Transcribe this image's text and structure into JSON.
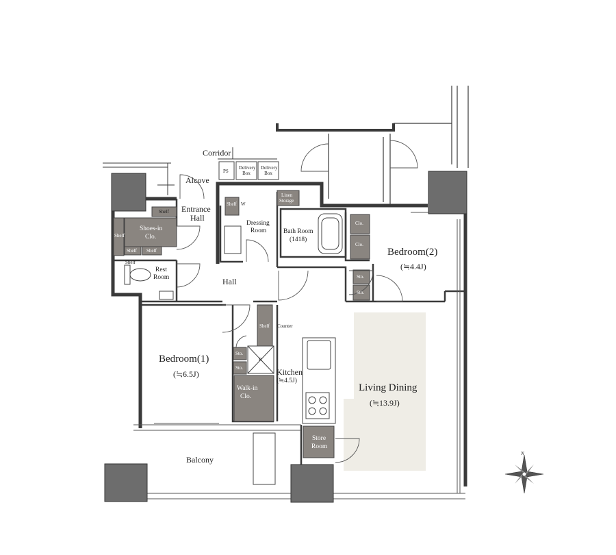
{
  "labels": {
    "corridor": "Corridor",
    "alcove": "Alcove",
    "ps": "PS",
    "delivery_box_1": "Delivery Box",
    "delivery_box_2": "Delivery Box",
    "entrance_hall_1": "Entrance",
    "entrance_hall_2": "Hall",
    "shelf_top": "Shelf",
    "shoes_in_clo_1": "Shoes-in",
    "shoes_in_clo_2": "Clo.",
    "shelf_left": "Shelf",
    "shelf_bottom_1": "Shelf",
    "shelf_bottom_2": "Shelf",
    "shelf_rest": "Shelf",
    "rest_room_1": "Rest",
    "rest_room_2": "Room",
    "shelf_dressing": "Shelf",
    "w": "W",
    "linen_storage_1": "Linen",
    "linen_storage_2": "Storage",
    "dressing_room_1": "Dressing",
    "dressing_room_2": "Room",
    "bath_room_1": "Bath Room",
    "bath_room_2": "(1418)",
    "clo_1": "Clo.",
    "clo_2": "Clo.",
    "bedroom2_1": "Bedroom(2)",
    "bedroom2_2": "(≒4.4J)",
    "sto_1": "Sto.",
    "sto_2": "Sto.",
    "hall": "Hall",
    "bedroom1_1": "Bedroom(1)",
    "bedroom1_2": "(≒6.5J)",
    "shelf_kitchen": "Shelf",
    "counter": "Counter",
    "sto_3": "Sto.",
    "sto_4": "Sto.",
    "r": "R",
    "kitchen_1": "Kitchen",
    "kitchen_2": "(≒4.5J)",
    "walk_in_clo_1": "Walk-in",
    "walk_in_clo_2": "Clo.",
    "living_dining_1": "Living Dining",
    "living_dining_2": "(≒13.9J)",
    "store_room_1": "Store",
    "store_room_2": "Room",
    "balcony": "Balcony",
    "north": "N"
  },
  "colors": {
    "wall": "#3a3a3a",
    "column": "#6d6d6d",
    "storage": "#8a8580",
    "living_zone": "#efede6",
    "line": "#555555"
  }
}
